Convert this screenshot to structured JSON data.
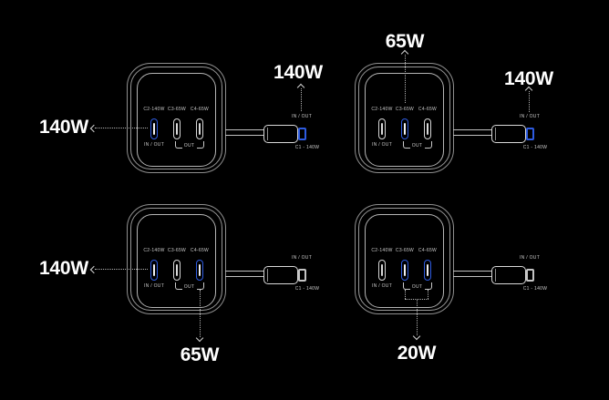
{
  "colors": {
    "background": "#000000",
    "accent_blue": "#2e5be0",
    "outline_grey": "#8f8f8f",
    "big_label_text": "#ffffff"
  },
  "diagrams": [
    {
      "position": "top-left",
      "ports": [
        {
          "label": "C2-140W",
          "state": "active"
        },
        {
          "label": "C3-65W",
          "state": "inactive"
        },
        {
          "label": "C4-65W",
          "state": "inactive"
        }
      ],
      "port1_io_label": "IN / OUT",
      "out_group_label": "OUT",
      "cable": {
        "io_label": "IN / OUT",
        "name": "C1 - 140W",
        "tip_state": "active"
      },
      "callouts": {
        "port1": "140W",
        "cable": "140W"
      }
    },
    {
      "position": "top-right",
      "ports": [
        {
          "label": "C2-140W",
          "state": "inactive"
        },
        {
          "label": "C3-65W",
          "state": "active"
        },
        {
          "label": "C4-65W",
          "state": "inactive"
        }
      ],
      "port1_io_label": "IN / OUT",
      "out_group_label": "OUT",
      "cable": {
        "io_label": "IN / OUT",
        "name": "C1 - 140W",
        "tip_state": "active"
      },
      "callouts": {
        "port2": "65W",
        "cable": "140W"
      }
    },
    {
      "position": "bottom-left",
      "ports": [
        {
          "label": "C2-140W",
          "state": "active"
        },
        {
          "label": "C3-65W",
          "state": "inactive"
        },
        {
          "label": "C4-65W",
          "state": "active"
        }
      ],
      "port1_io_label": "IN / OUT",
      "out_group_label": "OUT",
      "cable": {
        "io_label": "IN / OUT",
        "name": "C1 - 140W",
        "tip_state": "inactive"
      },
      "callouts": {
        "port1": "140W",
        "port3": "65W"
      }
    },
    {
      "position": "bottom-right",
      "ports": [
        {
          "label": "C2-140W",
          "state": "inactive"
        },
        {
          "label": "C3-65W",
          "state": "active"
        },
        {
          "label": "C4-65W",
          "state": "active"
        }
      ],
      "port1_io_label": "IN / OUT",
      "out_group_label": "OUT",
      "cable": {
        "io_label": "IN / OUT",
        "name": "C1 - 140W",
        "tip_state": "inactive"
      },
      "callouts": {
        "ports2and3": "20W"
      }
    }
  ]
}
